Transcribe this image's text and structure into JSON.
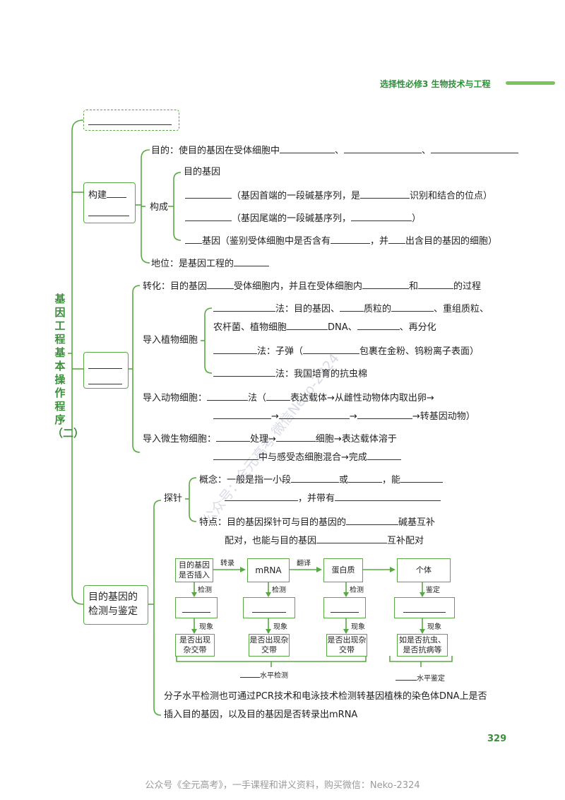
{
  "header": {
    "subject": "选择性必修3  生物技术与工程"
  },
  "title": "基因工程基本操作程序（二）",
  "page_number": "329",
  "watermark": "公众号：全元高考    微信Neko-2324",
  "footer": "公众号《全元高考》，一手课程和讲义资料，购买微信：Neko-2324",
  "s1": {
    "label": "构建",
    "purpose_pre": "目的：使目的基因在受体细胞中",
    "sep": "、",
    "comp_label": "构成",
    "target_gene": "目的基因",
    "promoter": "（基因首端的一段碱基序列，是",
    "promoter_end": "识别和结合的位点）",
    "terminator": "（基因尾端的一段碱基序列，",
    "terminator_end": "）",
    "marker_pre": "基因（鉴别受体细胞中是否含有",
    "marker_mid": "，并",
    "marker_end": "出含目的基因的细胞）",
    "status": "地位：是基因工程的"
  },
  "s2": {
    "transform_pre": "转化：目的基因",
    "transform_mid": "受体细胞内，并且在受体细胞内",
    "transform_and": "和",
    "transform_end": "的过程",
    "plant_label": "导入植物细胞",
    "m1_a": "法：目的基因、",
    "m1_b": "质粒的",
    "m1_c": "、重组质粒、",
    "m1_d": "农杆菌、植物细胞",
    "m1_e": "DNA、",
    "m1_f": "、再分化",
    "m2_a": "法：子弹（",
    "m2_b": "包裹在金粉、钨粉离子表面）",
    "m3_a": "法：我国培育的抗虫棉",
    "animal_label": "导入动物细胞：",
    "animal_a": "法（",
    "animal_b": "表达载体→从雌性动物体内取出卵→",
    "animal_c": "→",
    "animal_d": "→",
    "animal_e": "→转基因动物）",
    "micro_label": "导入微生物细胞：",
    "micro_a": "处理→",
    "micro_b": "细胞→表达载体溶于",
    "micro_c": "中与感受态细胞混合→完成"
  },
  "s3": {
    "label": "目的基因的检测与鉴定",
    "probe_label": "探针",
    "concept_a": "概念：一般是指一小段",
    "concept_b": "或",
    "concept_c": "，能",
    "concept_d": "，并带有",
    "feature_a": "特点：目的基因探针可与目的基因的",
    "feature_b": "碱基互补",
    "feature_c": "配对，也能与目的基因",
    "feature_d": "互补配对",
    "flow": {
      "b1": "目的基因是否插入",
      "b2": "mRNA",
      "b3": "蛋白质",
      "b4": "个体",
      "arrow1": "转录",
      "arrow2": "翻译",
      "detect": "检测",
      "identify": "鉴定",
      "phenomenon": "现象",
      "r1": "是否出现杂交带",
      "r2": "是否出现杂交带",
      "r3": "是否出现杂交带",
      "r4": "如是否抗虫、是否抗病等",
      "level_detect": "水平检测",
      "level_identify": "水平鉴定"
    },
    "note1": "分子水平检测也可通过PCR技术和电泳技术检测转基因植株的染色体DNA上是否",
    "note2": "插入目的基因，以及目的基因是否转录出mRNA"
  }
}
